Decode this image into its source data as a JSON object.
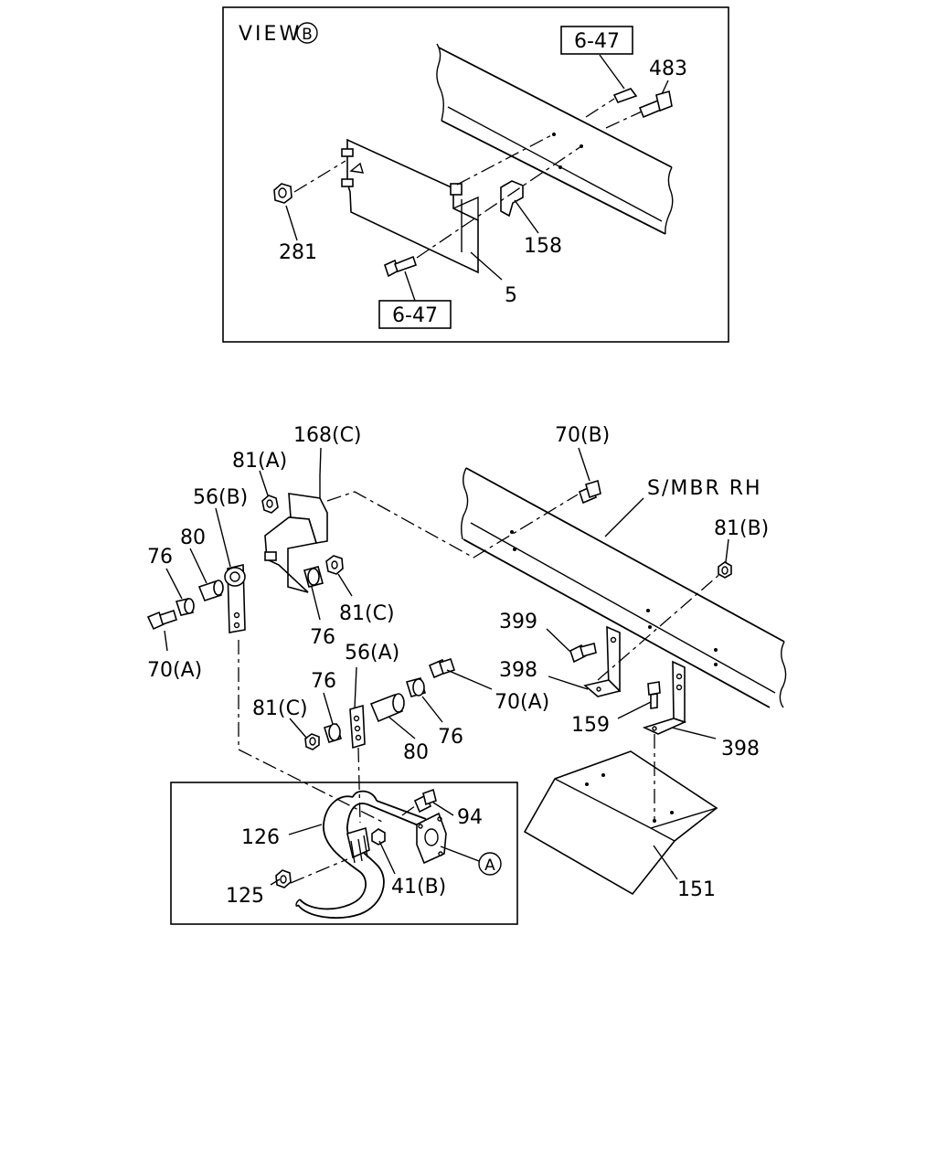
{
  "view_b": {
    "title": "VIEW",
    "title_circle": "B",
    "ref_top": "6-47",
    "ref_bottom": "6-47",
    "labels": {
      "p483": "483",
      "p281": "281",
      "p158": "158",
      "p5": "5"
    }
  },
  "main": {
    "frame_label": "S/MBR RH",
    "circle_a": "A",
    "labels": {
      "p168c": "168(C)",
      "p81a": "81(A)",
      "p56b": "56(B)",
      "p80_top": "80",
      "p76_top_left": "76",
      "p70a_left": "70(A)",
      "p76_mid": "76",
      "p81c_right": "81(C)",
      "p70b": "70(B)",
      "p81b": "81(B)",
      "p399": "399",
      "p398_left": "398",
      "p70a_right": "70(A)",
      "p56a": "56(A)",
      "p76_lower": "76",
      "p81c_lower": "81(C)",
      "p80_lower": "80",
      "p76_lower_right": "76",
      "p159": "159",
      "p398_right": "398",
      "p94": "94",
      "p126": "126",
      "p125": "125",
      "p41b": "41(B)",
      "p151": "151"
    }
  }
}
